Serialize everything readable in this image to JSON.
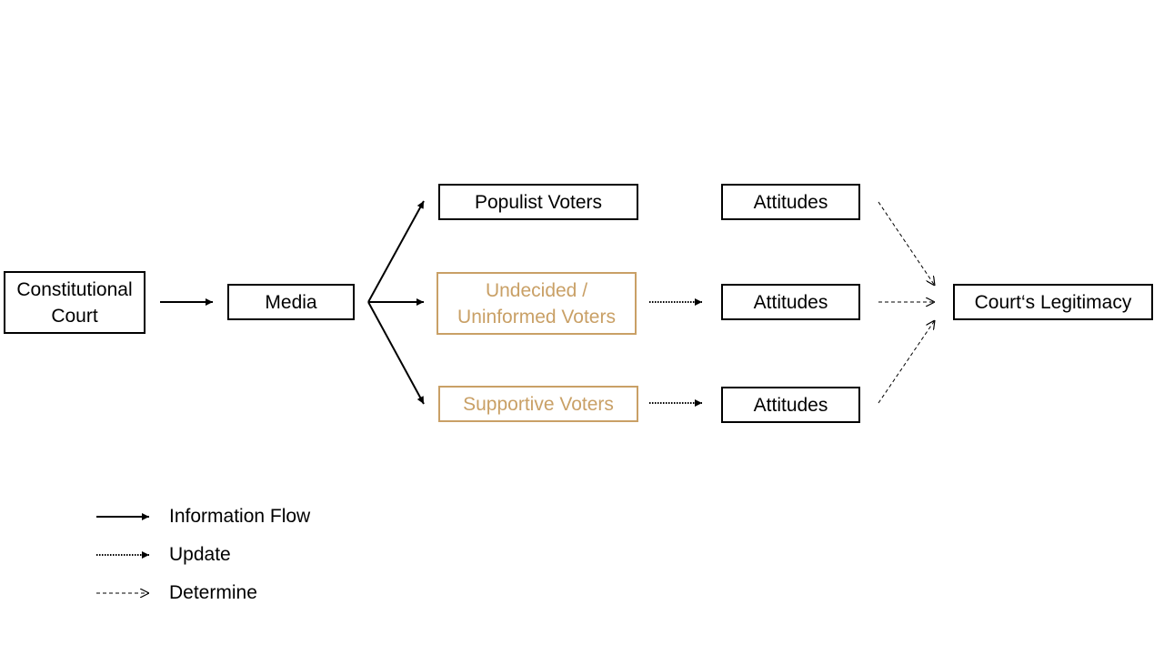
{
  "nodes": {
    "court": {
      "lines": [
        "Constitutional",
        "Court"
      ]
    },
    "media": {
      "label": "Media"
    },
    "populist": {
      "label": "Populist Voters"
    },
    "undecided": {
      "lines": [
        "Undecided /",
        "Uninformed Voters"
      ]
    },
    "supportive": {
      "label": "Supportive Voters"
    },
    "attitudes_top": {
      "label": "Attitudes"
    },
    "attitudes_mid": {
      "label": "Attitudes"
    },
    "attitudes_bot": {
      "label": "Attitudes"
    },
    "legitimacy": {
      "label": "Court‘s Legitimacy"
    }
  },
  "legend": {
    "information_flow": "Information Flow",
    "update": "Update",
    "determine": "Determine"
  },
  "colors": {
    "line": "#000000",
    "highlight": "#c9a066"
  }
}
